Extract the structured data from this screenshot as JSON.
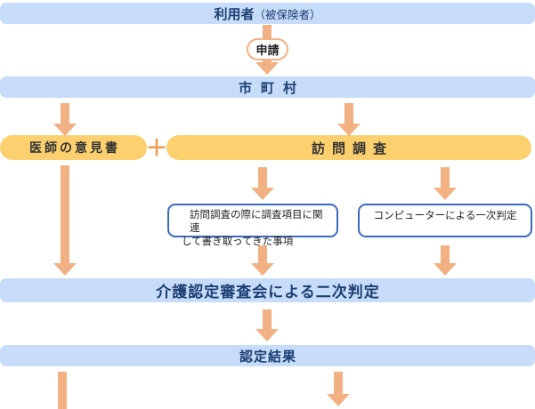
{
  "palette": {
    "bar_blue": "#c6dcf8",
    "navy_text": "#1c3e73",
    "pill_yellow": "#fcd06f",
    "pill_text": "#333333",
    "arrow_orange": "#f2b183",
    "plus_orange": "#f0a057",
    "box_border_blue": "#3a6ac0",
    "capsule_border_orange": "#f4b183"
  },
  "flow": {
    "user_bar": {
      "title": "利用者",
      "subtitle": "（被保険者）"
    },
    "application": {
      "label": "申請"
    },
    "municipality_bar": {
      "label": "市町村"
    },
    "doctor_opinion_pill": {
      "label": "医師の意見書"
    },
    "plus_sign": "＋",
    "visit_survey_pill": {
      "label": "訪問調査"
    },
    "survey_notes_box": {
      "line1": "訪問調査の際に調査項目に関連",
      "line2": "して書き取ってきた事項"
    },
    "computer_judgement_box": {
      "label": "コンピューターによる一次判定"
    },
    "secondary_judgement_bar": {
      "label": "介護認定審査会による二次判定"
    },
    "result_bar": {
      "label": "認定結果"
    }
  }
}
